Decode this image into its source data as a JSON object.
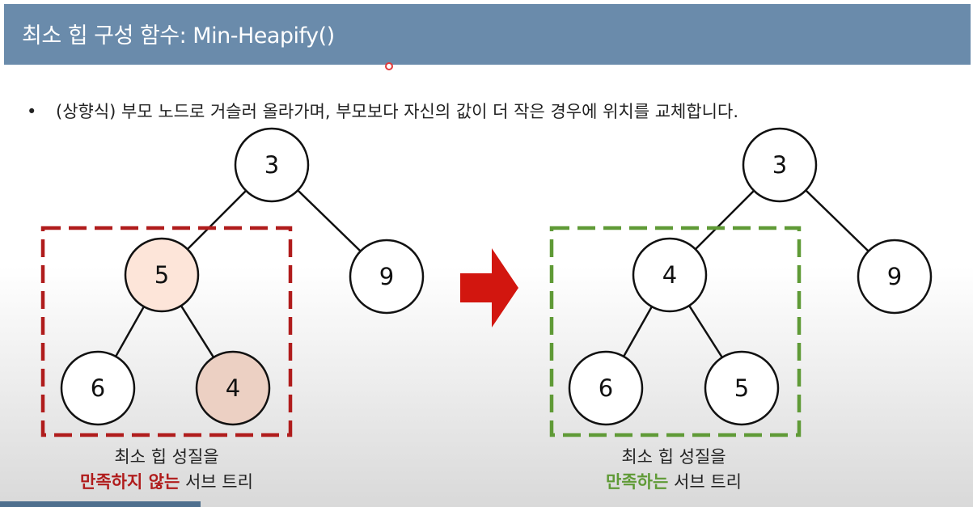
{
  "slide": {
    "title": "최소 힙 구성 함수: Min-Heapify()",
    "bullet_marker": "•",
    "bullet_text": "(상향식) 부모 노드로 거슬러 올라가며, 부모보다 자신의 값이 더 작은 경우에 위치를 교체합니다."
  },
  "colors": {
    "title_bar": "#6a8bab",
    "invalid_box": "#b01c1c",
    "valid_box": "#5f9a36",
    "arrow": "#d2160f",
    "highlight_parent": "#fde5d9",
    "highlight_child": "#ecd0c3"
  },
  "left_tree": {
    "nodes": [
      {
        "id": "root",
        "value": "3",
        "fill": "#ffffff"
      },
      {
        "id": "left",
        "value": "5",
        "fill": "#fde5d9"
      },
      {
        "id": "right",
        "value": "9",
        "fill": "#ffffff"
      },
      {
        "id": "left-left",
        "value": "6",
        "fill": "#ffffff"
      },
      {
        "id": "left-right",
        "value": "4",
        "fill": "#ecd0c3"
      }
    ],
    "caption_line1": "최소 힙 성질을",
    "caption_highlight": "만족하지 않는",
    "caption_rest": "서브 트리"
  },
  "right_tree": {
    "nodes": [
      {
        "id": "root",
        "value": "3",
        "fill": "#ffffff"
      },
      {
        "id": "left",
        "value": "4",
        "fill": "#ffffff"
      },
      {
        "id": "right",
        "value": "9",
        "fill": "#ffffff"
      },
      {
        "id": "left-left",
        "value": "6",
        "fill": "#ffffff"
      },
      {
        "id": "left-right",
        "value": "5",
        "fill": "#ffffff"
      }
    ],
    "caption_line1": "최소 힙 성질을",
    "caption_highlight": "만족하는",
    "caption_rest": "서브 트리"
  }
}
